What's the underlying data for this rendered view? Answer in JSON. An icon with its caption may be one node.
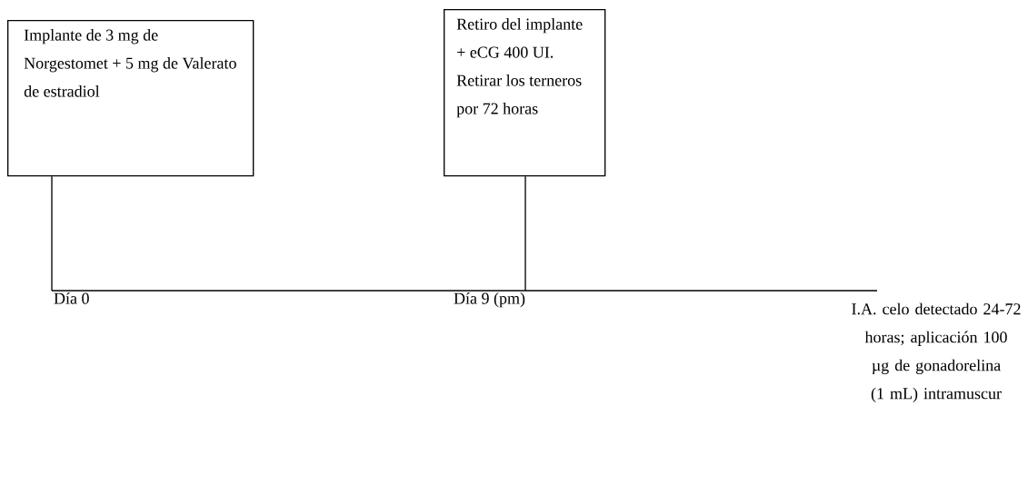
{
  "diagram": {
    "nodes": [
      {
        "text": [
          "Implante de 3 mg de Norgestomet + 5 mg de Valerato de estradiol"
        ]
      },
      {
        "text": [
          "Retiro del implante + eCG 400 UI. Retirar los terneros por 72 horas"
        ]
      },
      {
        "text": [
          "Día 0"
        ]
      },
      {
        "text": [
          "Día 9 (pm)"
        ]
      }
    ],
    "edges": [
      {
        "from": 0,
        "to": 2,
        "arrow": "none"
      },
      {
        "from": 1,
        "to": 3,
        "arrow": "none"
      }
    ],
    "labels": [
      "I.A. celo detectado 24-72 horas; aplicación 100 µg de gonadorelina (1 mL) intramuscur"
    ]
  }
}
